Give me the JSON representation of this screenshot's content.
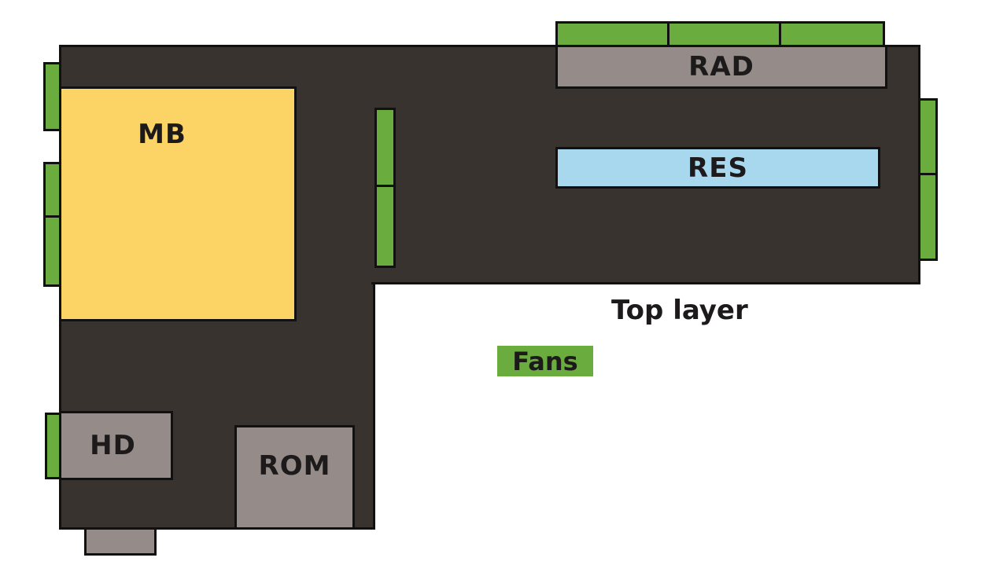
{
  "diagram": {
    "components": {
      "mb": "MB",
      "rad": "RAD",
      "res": "RES",
      "hd": "HD",
      "rom": "ROM"
    },
    "caption": "Top layer",
    "legend": {
      "fans": "Fans"
    },
    "colors": {
      "case": "#393330",
      "fan": "#6aac3d",
      "motherboard": "#fcd466",
      "drive": "#958b89",
      "reservoir": "#a8d8ee",
      "outline": "#111111"
    }
  }
}
